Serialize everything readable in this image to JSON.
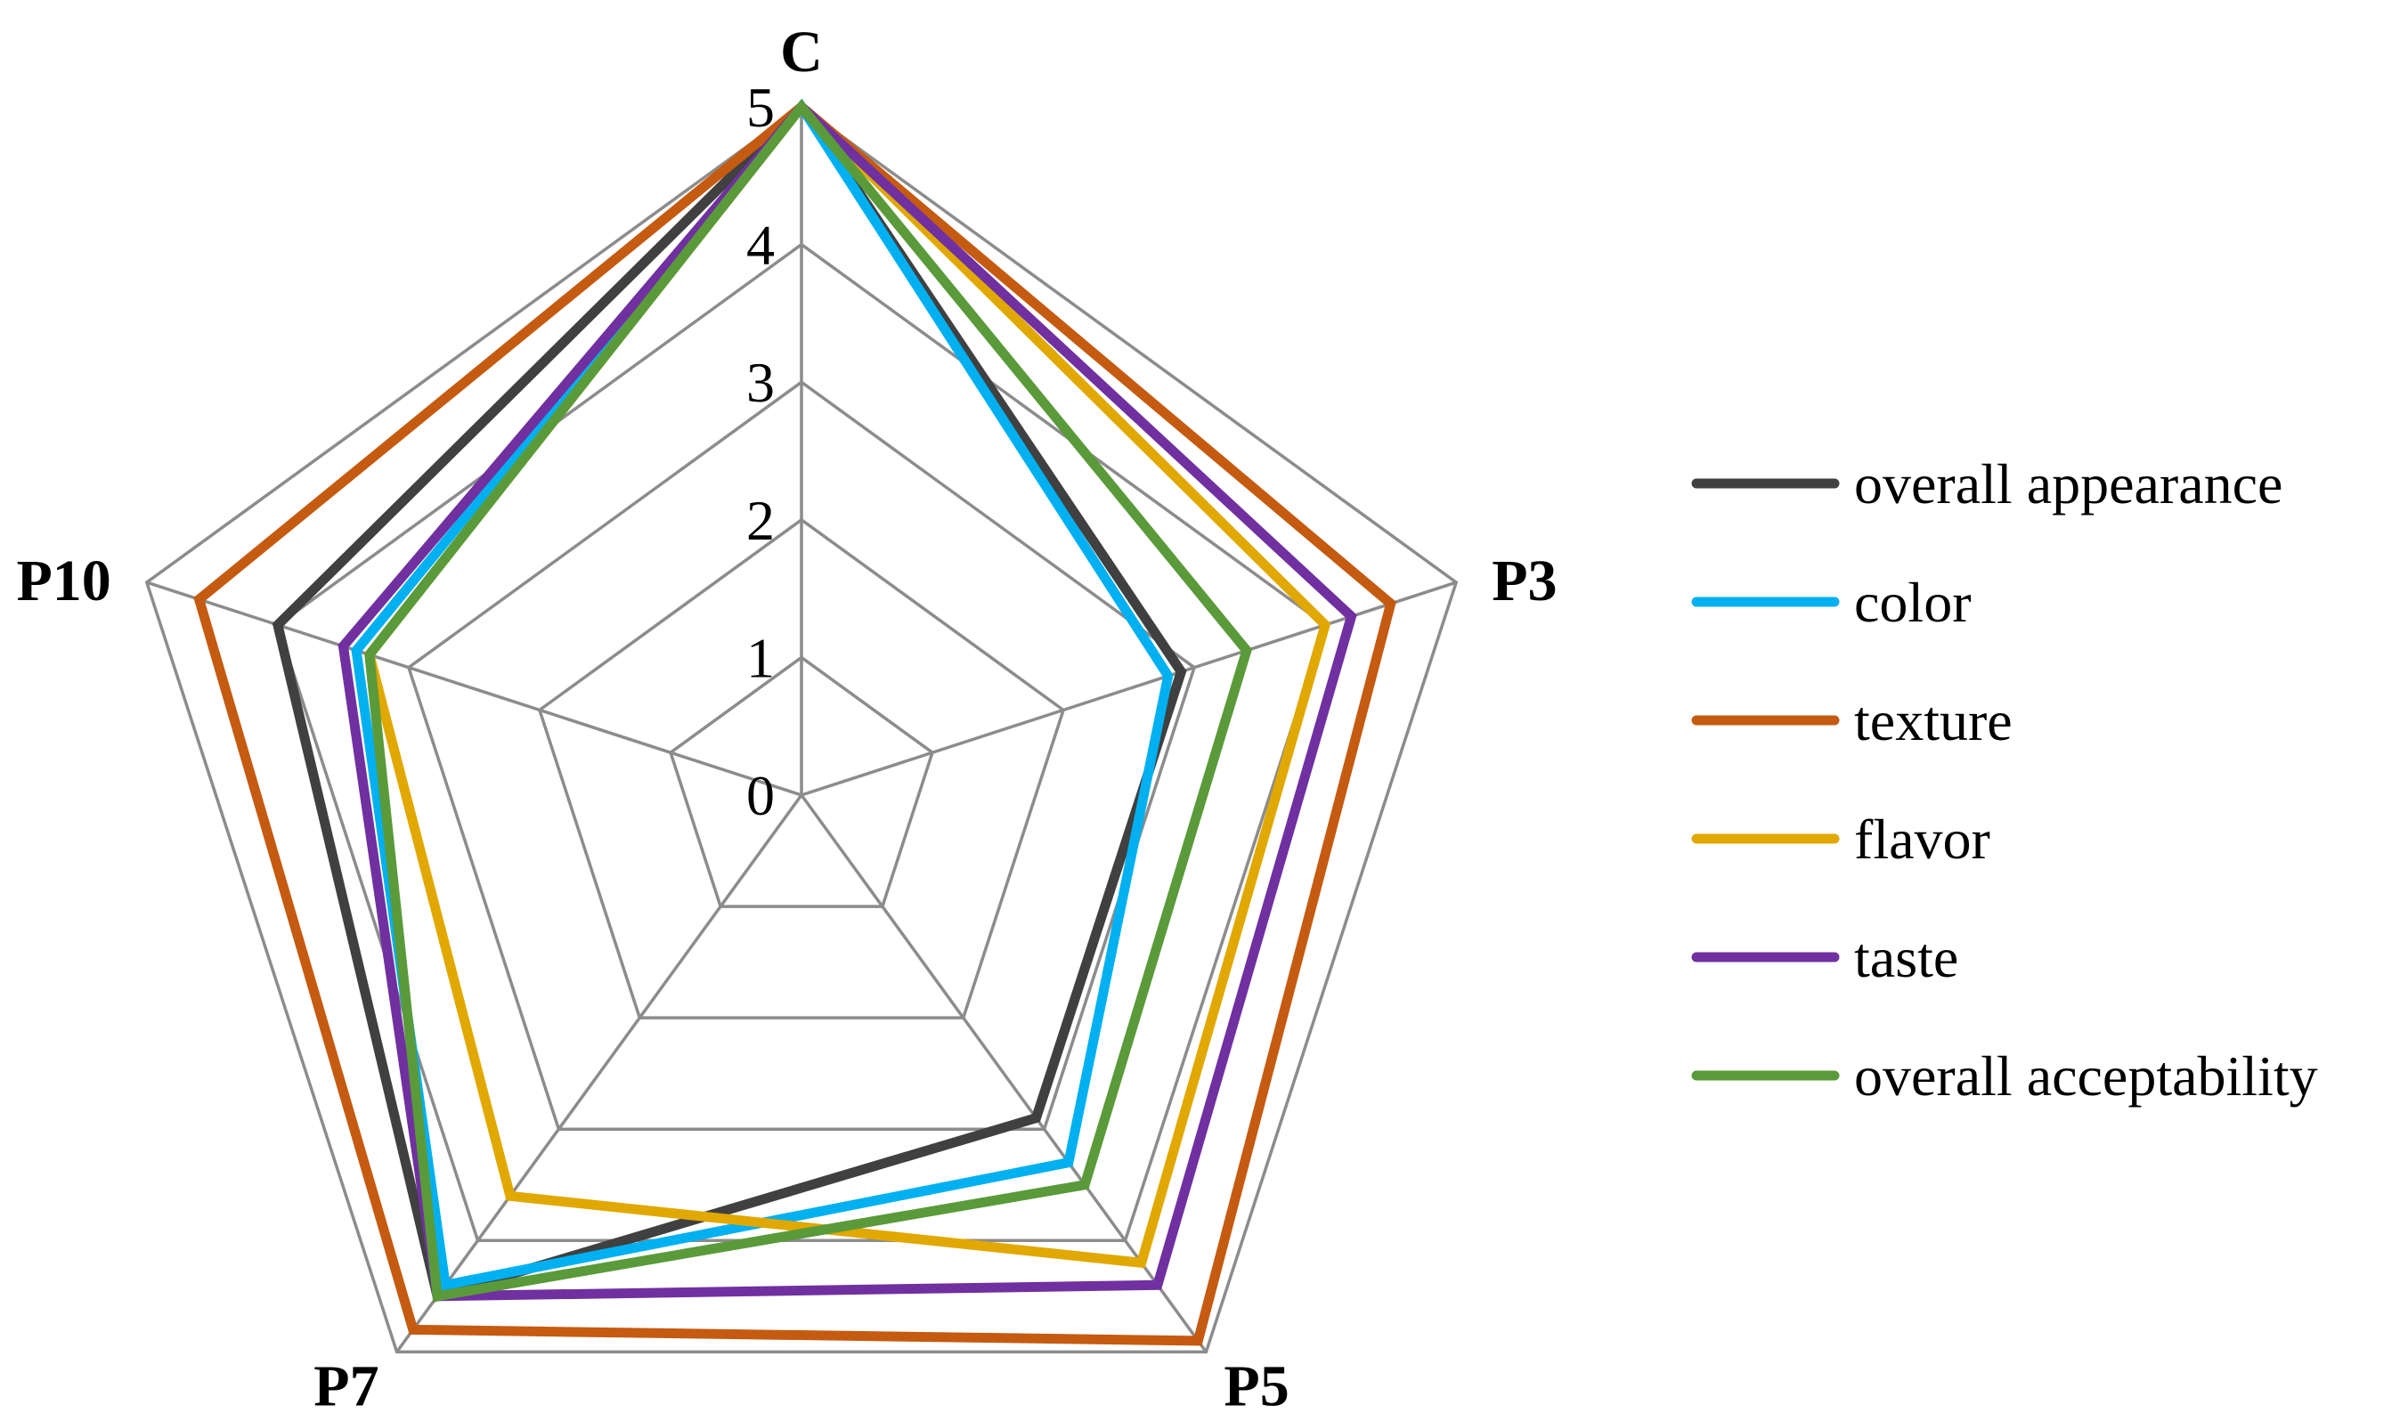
{
  "chart_data": {
    "type": "radar",
    "categories": [
      "C",
      "P3",
      "P5",
      "P7",
      "P10"
    ],
    "rlim": [
      0,
      5
    ],
    "ticks": [
      "0",
      "1",
      "2",
      "3",
      "4",
      "5"
    ],
    "grid": true,
    "legend_position": "right",
    "series": [
      {
        "name": "overall appearance",
        "color": "#404040",
        "values": [
          5.0,
          2.9,
          2.9,
          4.5,
          4.0
        ]
      },
      {
        "name": "color",
        "color": "#00B0F0",
        "values": [
          5.0,
          2.8,
          3.3,
          4.4,
          3.4
        ]
      },
      {
        "name": "texture",
        "color": "#C55A11",
        "values": [
          5.0,
          4.5,
          4.9,
          4.8,
          4.6
        ]
      },
      {
        "name": "flavor",
        "color": "#E0A800",
        "values": [
          5.0,
          4.0,
          4.2,
          3.6,
          3.3
        ]
      },
      {
        "name": "taste",
        "color": "#7030A0",
        "values": [
          5.0,
          4.2,
          4.4,
          4.5,
          3.5
        ]
      },
      {
        "name": "overall acceptability",
        "color": "#5A9A3A",
        "values": [
          5.0,
          3.4,
          3.5,
          4.5,
          3.3
        ]
      }
    ],
    "grid_color": "#8c8c8c"
  }
}
